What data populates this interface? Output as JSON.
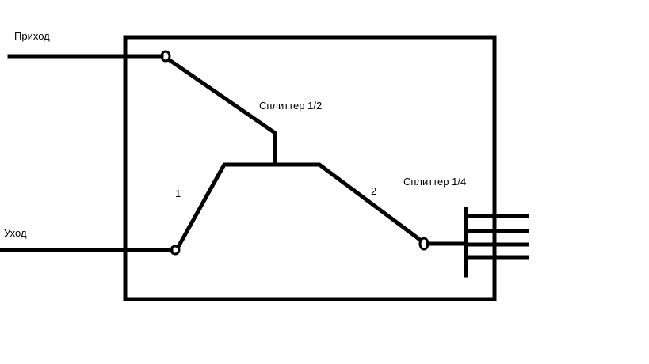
{
  "labels": {
    "input": "Приход",
    "output": "Уход",
    "splitter_half": "Сплиттер 1/2",
    "splitter_quarter": "Сплиттер 1/4",
    "branch_1": "1",
    "branch_2": "2"
  },
  "colors": {
    "line": "#000000",
    "background": "#ffffff"
  }
}
